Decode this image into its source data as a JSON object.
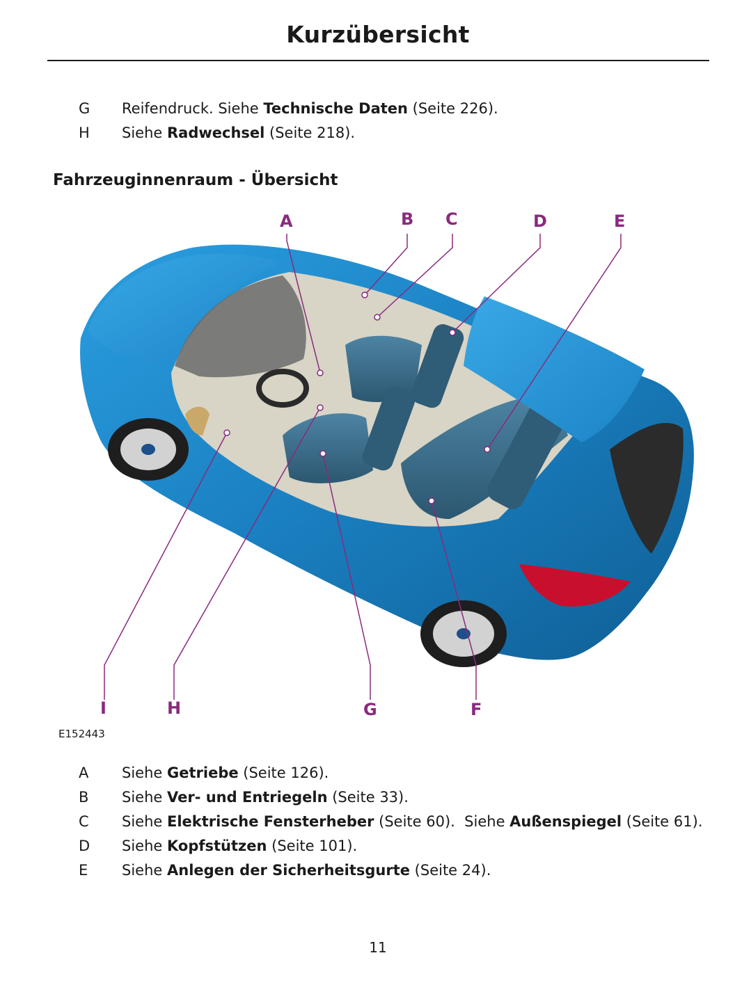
{
  "header": {
    "title": "Kurzübersicht"
  },
  "top_items": [
    {
      "key": "G",
      "prefix": "Reifendruck.  Siehe ",
      "link": "Technische Daten",
      "suffix": " (Seite 226)."
    },
    {
      "key": "H",
      "prefix": "Siehe ",
      "link": "Radwechsel",
      "suffix": " (Seite 218)."
    }
  ],
  "section": {
    "title": "Fahrzeuginnenraum - Übersicht"
  },
  "figure": {
    "id": "E152443",
    "labels": {
      "A": "A",
      "B": "B",
      "C": "C",
      "D": "D",
      "E": "E",
      "F": "F",
      "G": "G",
      "H": "H",
      "I": "I"
    },
    "colors": {
      "body": "#1f8fd0",
      "callout": "#8a2a7e",
      "seat": "#3d6f8c",
      "floor": "#d8d4c6"
    }
  },
  "legend_items": [
    {
      "key": "A",
      "prefix": "Siehe ",
      "link": "Getriebe",
      "suffix": " (Seite 126)."
    },
    {
      "key": "B",
      "prefix": "Siehe ",
      "link": "Ver- und Entriegeln",
      "suffix": " (Seite 33)."
    },
    {
      "key": "C",
      "prefix": "Siehe ",
      "link": "Elektrische Fensterheber",
      "suffix": " (Seite 60).",
      "prefix2": "  Siehe ",
      "link2": "Außenspiegel",
      "suffix2": " (Seite 61)."
    },
    {
      "key": "D",
      "prefix": "Siehe ",
      "link": "Kopfstützen",
      "suffix": " (Seite 101)."
    },
    {
      "key": "E",
      "prefix": "Siehe ",
      "link": "Anlegen der Sicherheitsgurte",
      "suffix": " (Seite 24)."
    }
  ],
  "footer": {
    "page_number": "11"
  }
}
